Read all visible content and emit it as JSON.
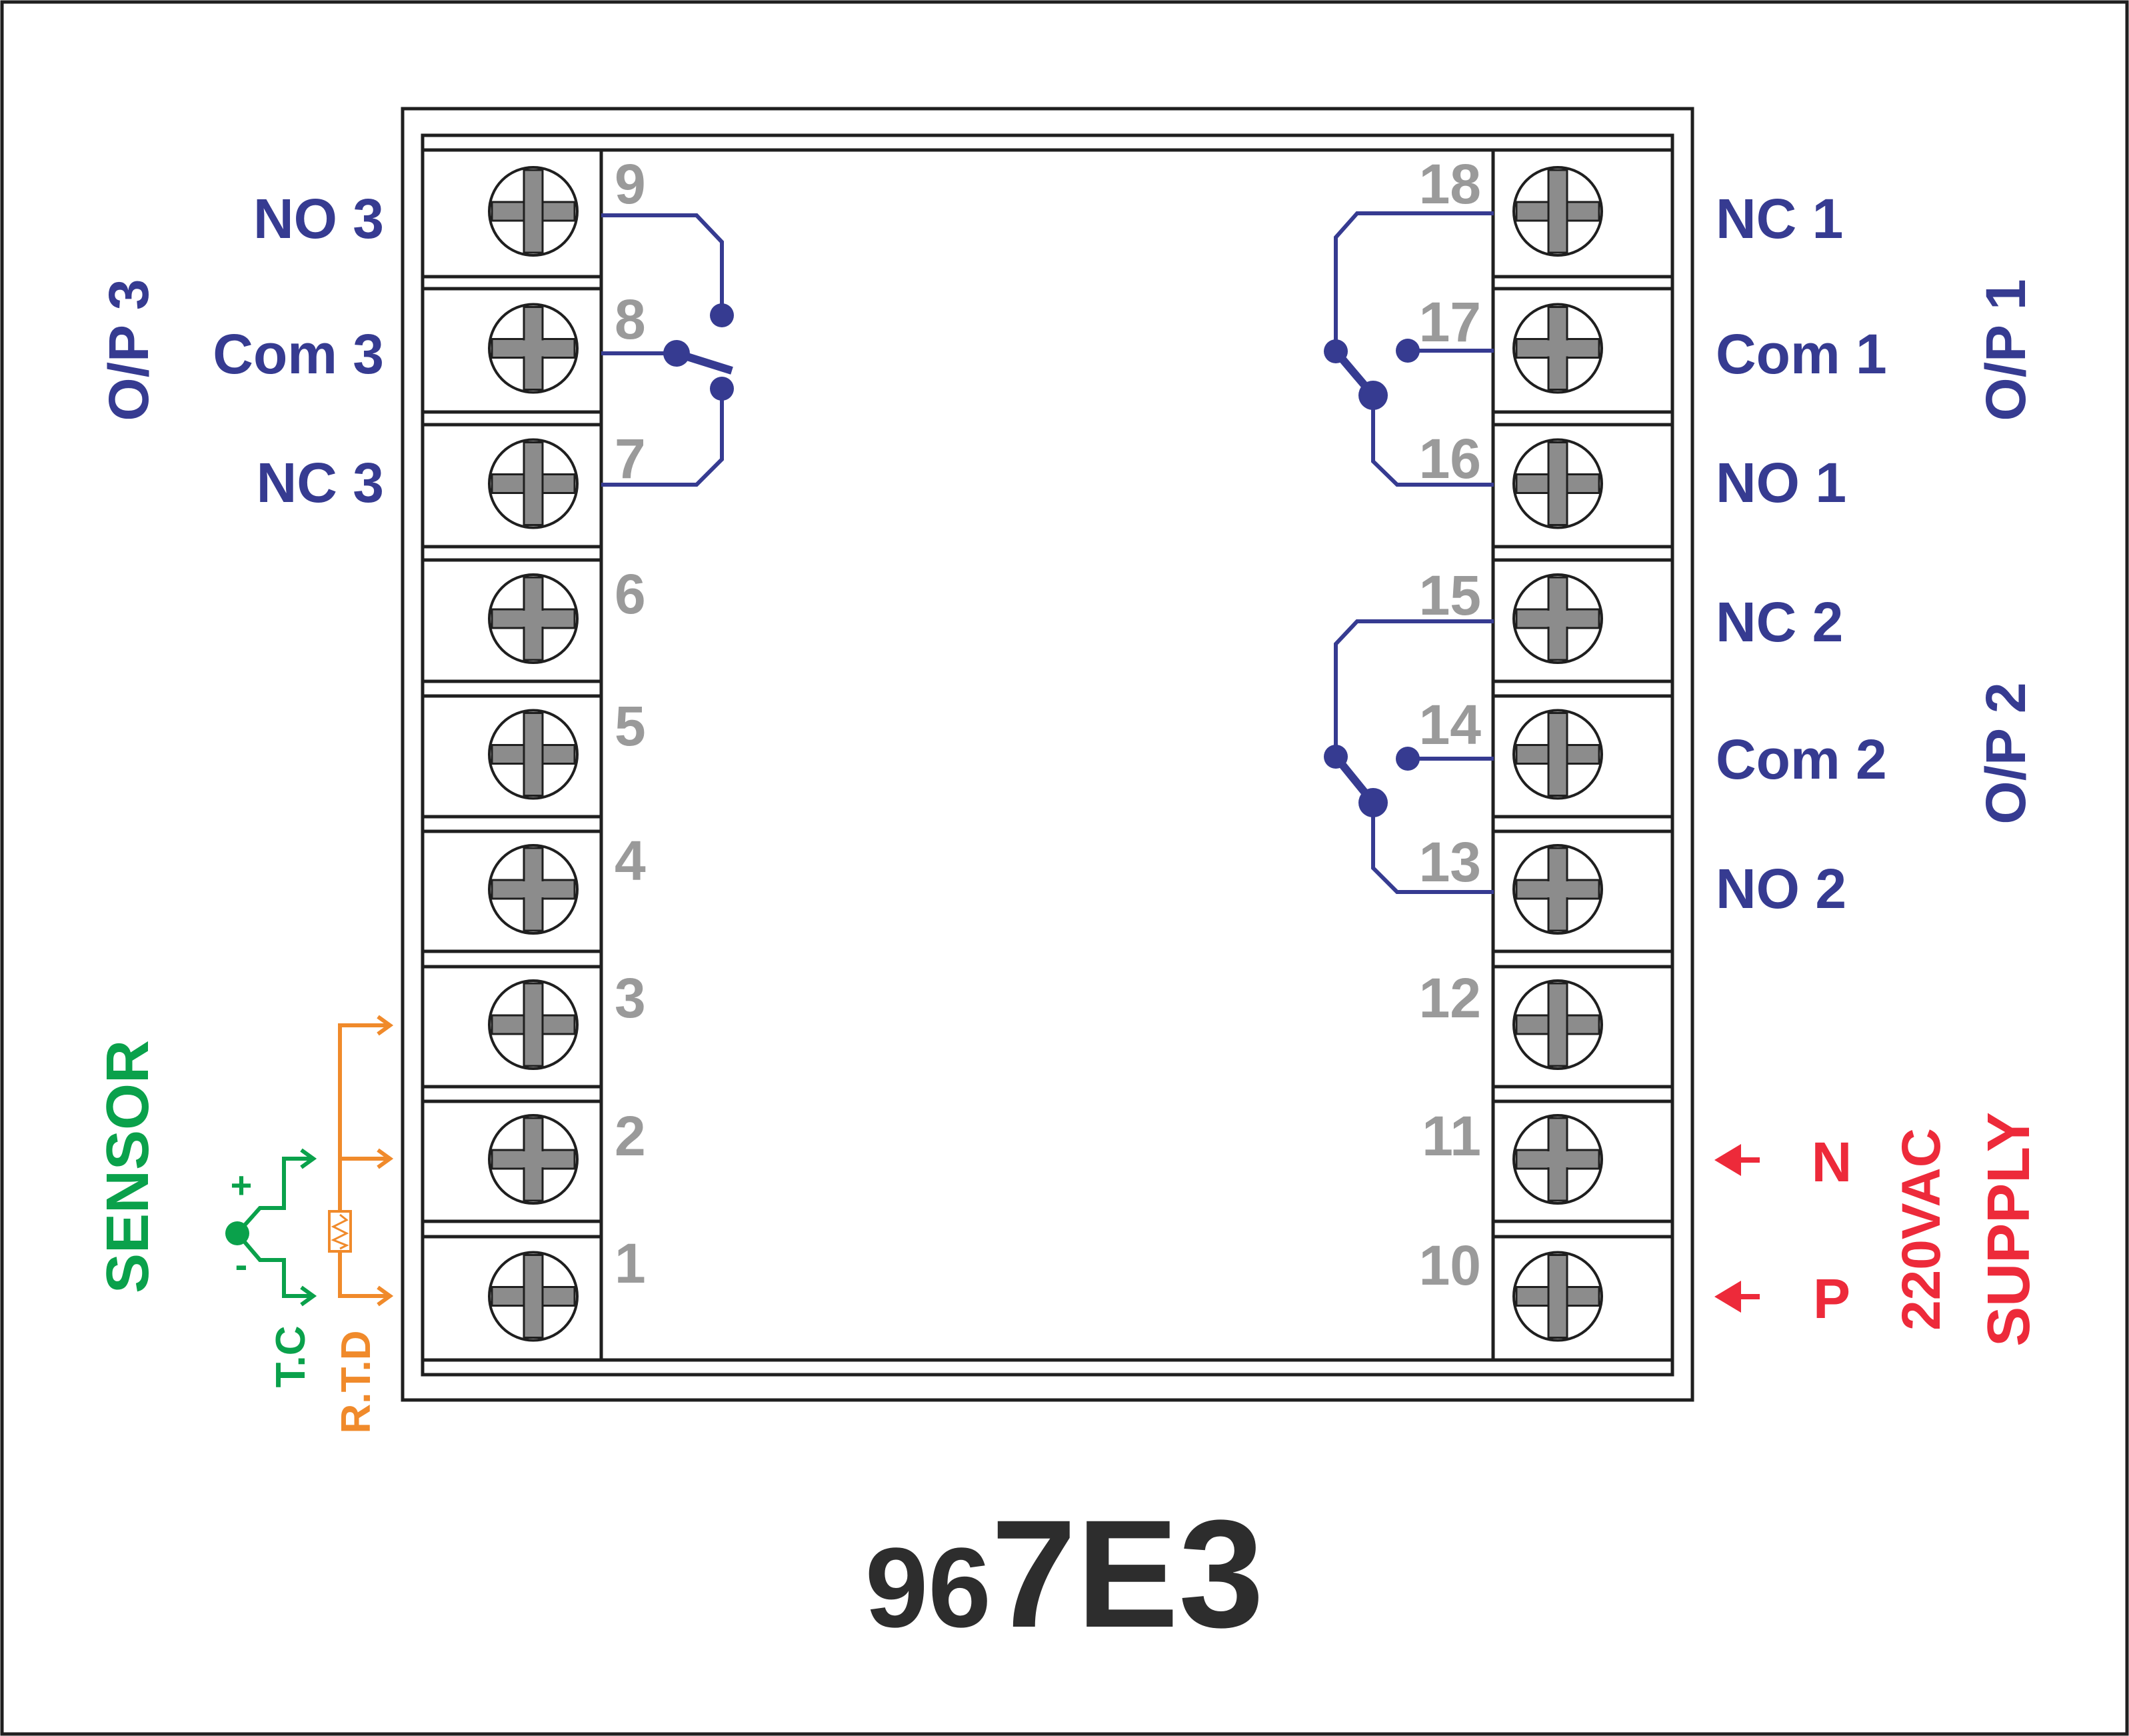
{
  "model": {
    "prefix": "96",
    "suffix": "7E3"
  },
  "left_terminals": [
    "9",
    "8",
    "7",
    "6",
    "5",
    "4",
    "3",
    "2",
    "1"
  ],
  "right_terminals": [
    "18",
    "17",
    "16",
    "15",
    "14",
    "13",
    "12",
    "11",
    "10"
  ],
  "outputs": {
    "op3": {
      "title": "O/P 3",
      "no": "NO 3",
      "com": "Com 3",
      "nc": "NC 3"
    },
    "op1": {
      "title": "O/P 1",
      "nc": "NC 1",
      "com": "Com 1",
      "no": "NO 1"
    },
    "op2": {
      "title": "O/P 2",
      "nc": "NC 2",
      "com": "Com 2",
      "no": "NO 2"
    }
  },
  "sensor": {
    "title": "SENSOR",
    "tc": "T.C",
    "rtd": "R.T.D",
    "plus": "+",
    "minus": "-"
  },
  "supply": {
    "line1": "220VAC",
    "line2": "SUPPLY",
    "n": "N",
    "p": "P"
  },
  "colors": {
    "relay": "#363b91",
    "thermocouple": "#0aa14b",
    "rtd": "#f08a2b",
    "supply": "#ed2a3a",
    "terminal_number": "#9a9a9a"
  }
}
